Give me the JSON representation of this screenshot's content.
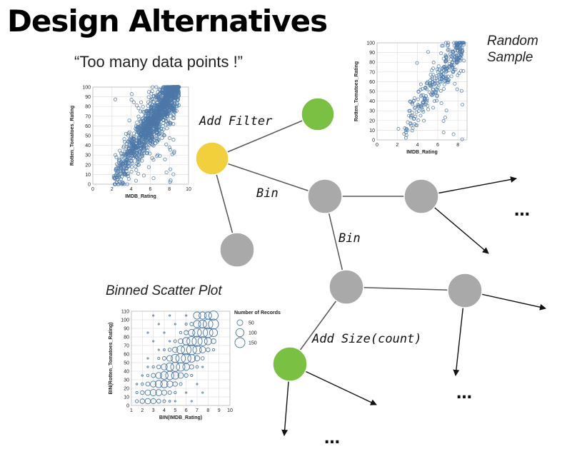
{
  "slide": {
    "title": "Design Alternatives",
    "quote": "“Too many data points !”",
    "random_sample": [
      "Random",
      "Sample"
    ],
    "binned_scatter": "Binned Scatter Plot",
    "edges": {
      "add_filter": "Add Filter",
      "bin_1": "Bin",
      "bin_2": "Bin",
      "add_size": "Add Size(count)"
    },
    "ellipsis": "…"
  },
  "colors": {
    "yellow_node": "#f2cf3d",
    "green_node": "#7ac143",
    "gray_node": "#a9a9a9",
    "point": "#4c78a8"
  },
  "chart_data": [
    {
      "type": "scatter",
      "name": "full",
      "xlabel": "IMDB_Rating",
      "ylabel": "Rotten_Tomatoes_Rating",
      "xlim": [
        0,
        10
      ],
      "ylim": [
        0,
        100
      ],
      "xticks": [
        0,
        2,
        4,
        6,
        8,
        10
      ],
      "yticks": [
        0,
        10,
        20,
        30,
        40,
        50,
        60,
        70,
        80,
        90,
        100
      ],
      "trend": {
        "x_from": 2,
        "x_to": 9,
        "y_at_x2": 3,
        "slope": 14.5
      },
      "n": 1500,
      "spread": 11
    },
    {
      "type": "scatter",
      "name": "random-sample",
      "xlabel": "IMDB_Rating",
      "ylabel": "Rotten_Tomatoes_Rating",
      "xlim": [
        0,
        8.9
      ],
      "ylim": [
        0,
        100
      ],
      "xticks": [
        0,
        2,
        4,
        6,
        8
      ],
      "yticks": [
        0,
        10,
        20,
        30,
        40,
        50,
        60,
        70,
        80,
        90,
        100
      ],
      "trend": {
        "x_from": 2,
        "x_to": 8.6,
        "y_at_x2": 3,
        "slope": 14.5
      },
      "n": 320,
      "spread": 11
    },
    {
      "type": "scatter",
      "name": "binned",
      "xlabel": "BIN(IMDB_Rating)",
      "ylabel": "BIN(Rotten_Tomatoes_Rating)",
      "xlim": [
        1,
        10
      ],
      "ylim": [
        0,
        110
      ],
      "xticks": [
        1,
        2,
        3,
        4,
        5,
        6,
        7,
        8,
        9,
        10
      ],
      "yticks": [
        0,
        10,
        20,
        30,
        40,
        50,
        60,
        70,
        80,
        90,
        100,
        110
      ],
      "legend_title": "Number of Records",
      "legend_values": [
        50,
        100,
        150
      ],
      "legend_position": "top-right",
      "size_max": 150
    }
  ]
}
